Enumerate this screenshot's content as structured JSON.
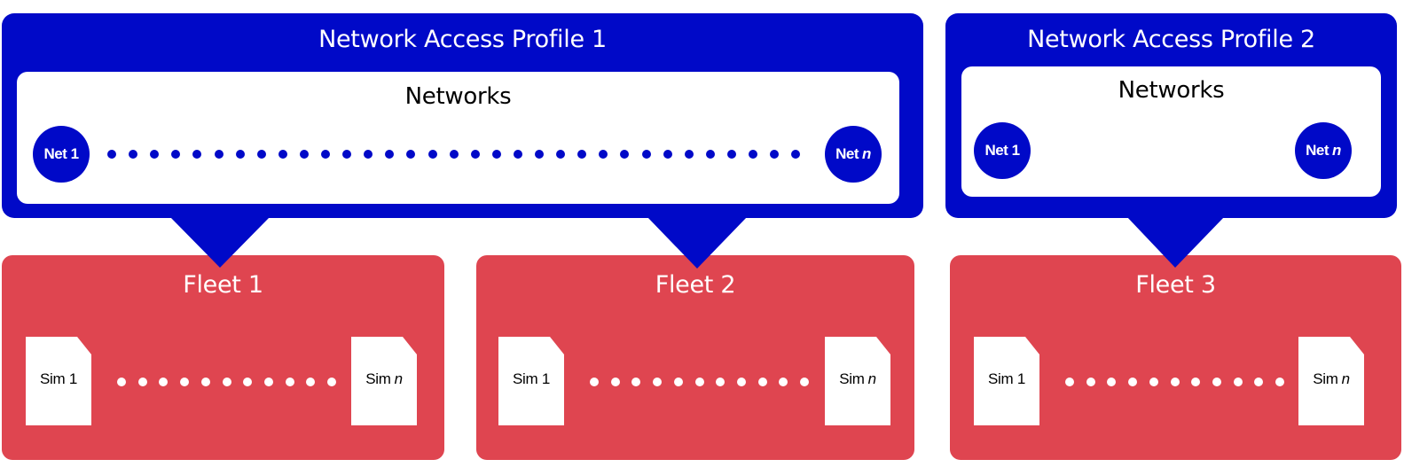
{
  "colors": {
    "profile_blue": "#0009c8",
    "fleet_red": "#df4550",
    "panel_white": "#ffffff",
    "text_black": "#000000"
  },
  "profiles": [
    {
      "title": "Network Access Profile 1",
      "networks_title": "Networks",
      "first_net": "Net 1",
      "last_net_prefix": "Net",
      "last_net_var": "n",
      "connects_to": [
        "Fleet 1",
        "Fleet 2"
      ]
    },
    {
      "title": "Network Access Profile 2",
      "networks_title": "Networks",
      "first_net": "Net 1",
      "last_net_prefix": "Net",
      "last_net_var": "n",
      "connects_to": [
        "Fleet 3"
      ]
    }
  ],
  "fleets": [
    {
      "title": "Fleet 1",
      "first_sim": "Sim 1",
      "last_sim_prefix": "Sim",
      "last_sim_var": "n"
    },
    {
      "title": "Fleet 2",
      "first_sim": "Sim 1",
      "last_sim_prefix": "Sim",
      "last_sim_var": "n"
    },
    {
      "title": "Fleet 3",
      "first_sim": "Sim 1",
      "last_sim_prefix": "Sim",
      "last_sim_var": "n"
    }
  ]
}
